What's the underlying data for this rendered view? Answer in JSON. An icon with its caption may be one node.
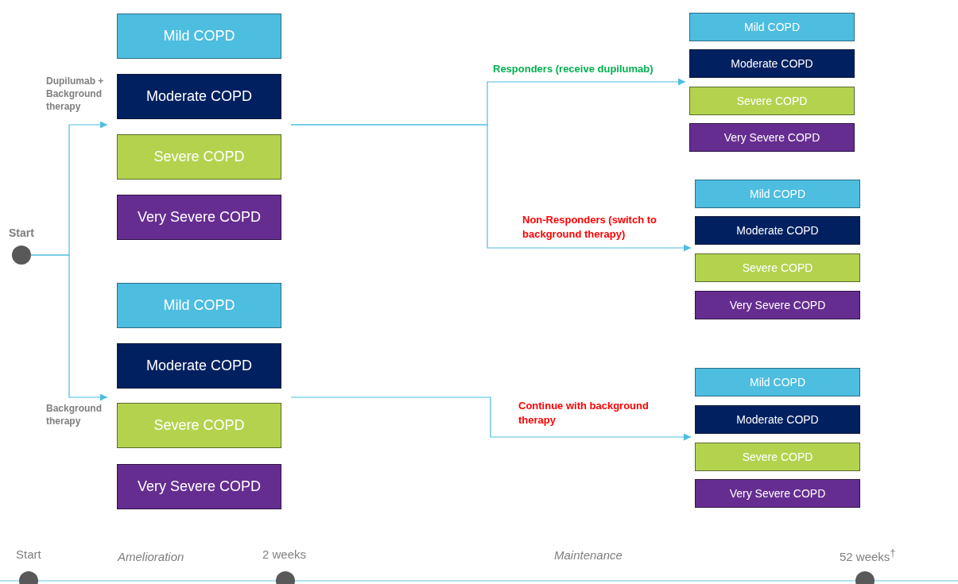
{
  "diagram": {
    "nodes": [
      {
        "text": [
          "Start"
        ]
      },
      {
        "text": [],
        "shape": "box"
      },
      {
        "text": [
          "Mild COPD"
        ],
        "in": 1
      },
      {
        "text": [
          "Moderate COPD"
        ],
        "in": 1
      },
      {
        "text": [
          "Severe COPD"
        ],
        "in": 1
      },
      {
        "text": [
          "Very Severe COPD"
        ],
        "in": 1
      },
      {
        "text": [],
        "shape": "box"
      },
      {
        "text": [
          "Mild COPD"
        ],
        "in": 6
      },
      {
        "text": [
          "Moderate COPD"
        ],
        "in": 6
      },
      {
        "text": [
          "Severe COPD"
        ],
        "in": 6
      },
      {
        "text": [
          "Very Severe COPD"
        ],
        "in": 6
      },
      {
        "text": [],
        "shape": "box"
      },
      {
        "text": [
          "Mild COPD"
        ],
        "in": 11
      },
      {
        "text": [
          "Moderate COPD"
        ],
        "in": 11
      },
      {
        "text": [
          "Severe COPD"
        ],
        "in": 11
      },
      {
        "text": [
          "Very Severe COPD"
        ],
        "in": 11
      },
      {
        "text": [],
        "shape": "box"
      },
      {
        "text": [
          "Mild COPD"
        ],
        "in": 16
      },
      {
        "text": [
          "Moderate COPD"
        ],
        "in": 16
      },
      {
        "text": [
          "Severe COPD"
        ],
        "in": 16
      },
      {
        "text": [
          "Very Severe COPD"
        ],
        "in": 16
      },
      {
        "text": [],
        "shape": "box"
      },
      {
        "text": [
          "Mild COPD"
        ],
        "in": 21
      },
      {
        "text": [
          "Moderate COPD"
        ],
        "in": 21
      },
      {
        "text": [
          "Severe COPD"
        ],
        "in": 21
      },
      {
        "text": [
          "Very Severe COPD"
        ],
        "in": 21
      }
    ],
    "edges": [
      {
        "from": 0,
        "to": 1,
        "arrow": "to",
        "label": "Dupilumab + Background therapy"
      },
      {
        "from": 0,
        "to": 6,
        "arrow": "to",
        "label": "Background therapy"
      },
      {
        "from": 1,
        "to": 11,
        "arrow": "to",
        "label": "Responders (receive dupilumab)"
      },
      {
        "from": 1,
        "to": 16,
        "arrow": "to",
        "label": "Non-Responders (switch to background therapy)"
      },
      {
        "from": 6,
        "to": 21,
        "arrow": "to",
        "label": "Continue with background therapy"
      }
    ],
    "labels": [
      "Start",
      "Amelioration",
      "2 weeks",
      "Maintenance",
      "52 weeks$^{†}$"
    ]
  }
}
